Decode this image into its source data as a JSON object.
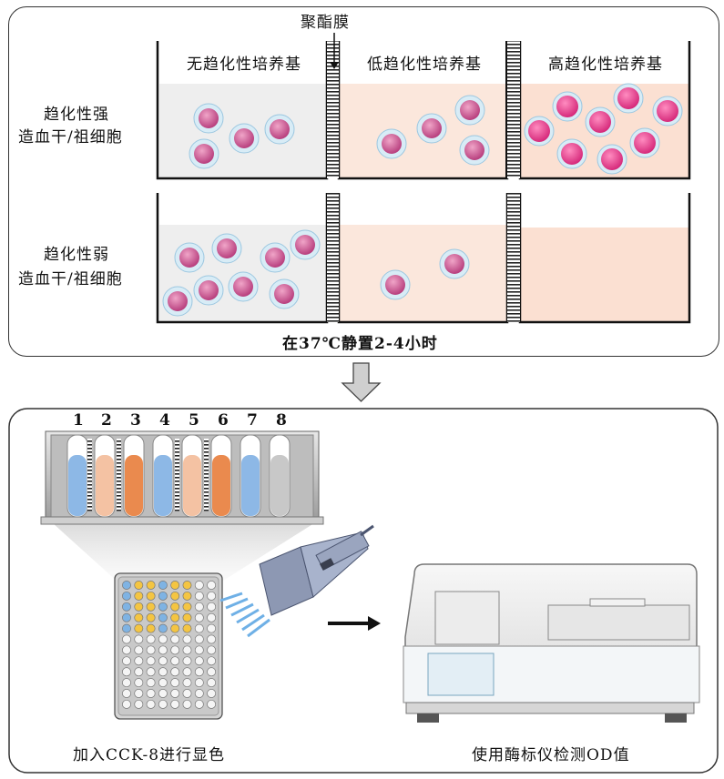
{
  "top_panel": {
    "membrane_label": "聚酯膜",
    "media_headers": [
      "无趋化性培养基",
      "低趋化性培养基",
      "高趋化性培养基"
    ],
    "row_labels": [
      {
        "line1": "趋化性强",
        "line2": "造血干/祖细胞"
      },
      {
        "line1": "趋化性弱",
        "line2": "造血干/祖细胞"
      }
    ],
    "incubation_text": "在37℃静置2-4小时"
  },
  "bottom_panel": {
    "tube_numbers": [
      "1",
      "2",
      "3",
      "4",
      "5",
      "6",
      "7",
      "8"
    ],
    "step1_label": "加入CCK-8进行显色",
    "step2_label": "使用酶标仪检测OD值"
  },
  "colors": {
    "no_chemokine_medium": "#eeeeee",
    "chemokine_medium": "#fbe7dc",
    "cell_fill": "#c2548a",
    "cell_fill_high": "#e03d8a",
    "tube_blue": "#8db8e6",
    "tube_orange": "#ea8a4e",
    "tube_peach": "#f4c2a3",
    "tube_gray": "#c8c8c8"
  }
}
